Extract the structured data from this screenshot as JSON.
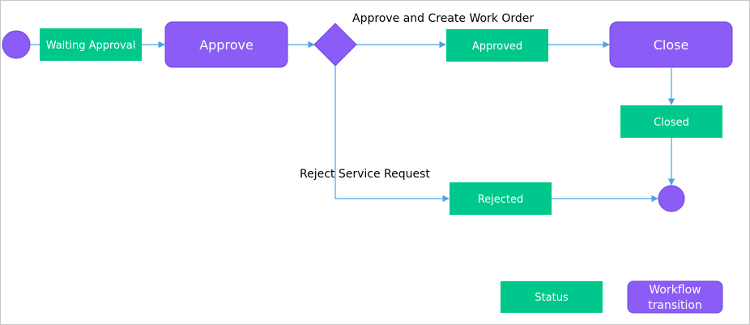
{
  "colors": {
    "status": "#00c78b",
    "transition": "#8b5cf6",
    "transition_border": "#6a49d8",
    "connector": "#4aa3e8",
    "frame": "#c8c8c8"
  },
  "nodes": {
    "waiting_approval": "Waiting Approval",
    "approve": "Approve",
    "approved": "Approved",
    "close": "Close",
    "closed": "Closed",
    "rejected": "Rejected"
  },
  "edge_labels": {
    "approve_and_create": "Approve and Create Work Order",
    "reject_service_request": "Reject Service Request"
  },
  "legend": {
    "status": "Status",
    "transition_line1": "Workflow",
    "transition_line2": "transition"
  }
}
